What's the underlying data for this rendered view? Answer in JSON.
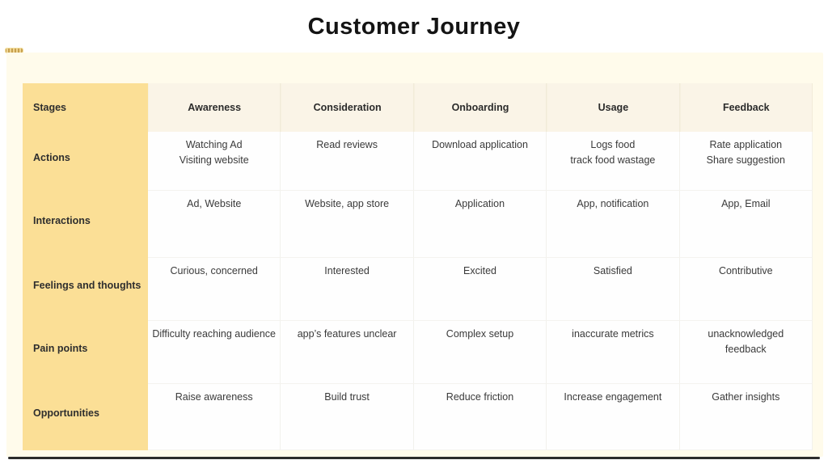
{
  "page": {
    "title": "Customer Journey"
  },
  "colors": {
    "stage_column_yellow": "#FBDF96",
    "header_row_beige": "#FAF4E7",
    "canvas_cream": "#FFFBEB",
    "text_dark": "#2E2E2E",
    "bottom_bar_dark": "#2B2B2B"
  },
  "table": {
    "corner_header": "Stages",
    "stage_columns": [
      "Awareness",
      "Consideration",
      "Onboarding",
      "Usage",
      "Feedback"
    ],
    "rows": [
      {
        "label": "Actions",
        "cells": [
          "Watching Ad\nVisiting website",
          "Read reviews",
          "Download application",
          "Logs food\ntrack food wastage",
          "Rate application\nShare suggestion"
        ]
      },
      {
        "label": "Interactions",
        "cells": [
          "Ad, Website",
          "Website, app store",
          "Application",
          "App, notification",
          "App, Email"
        ]
      },
      {
        "label": "Feelings and thoughts",
        "cells": [
          "Curious, concerned",
          "Interested",
          "Excited",
          "Satisfied",
          "Contributive"
        ]
      },
      {
        "label": "Pain points",
        "cells": [
          "Difficulty reaching audience",
          "app’s features unclear",
          "Complex setup",
          "inaccurate metrics",
          "unacknowledged\nfeedback"
        ]
      },
      {
        "label": "Opportunities",
        "cells": [
          "Raise awareness",
          "Build trust",
          "Reduce friction",
          "Increase engagement",
          "Gather insights"
        ]
      }
    ]
  }
}
